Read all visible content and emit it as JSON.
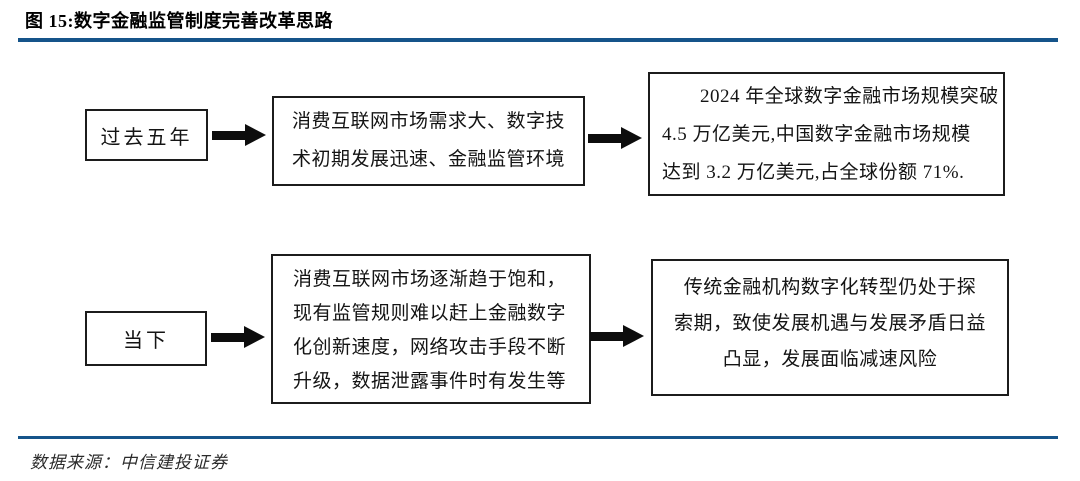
{
  "figure": {
    "title": "图 15:数字金融监管制度完善改革思路",
    "source": "数据来源：中信建投证券",
    "accent_color": "#15548a"
  },
  "rows": [
    {
      "stage": "过去五年",
      "cause_lines": [
        "消费互联网市场需求大、数字技",
        "术初期发展迅速、金融监管环境"
      ],
      "result_lines": [
        "2024 年全球数字金融市场规模突破",
        "4.5 万亿美元,中国数字金融市场规模",
        "达到 3.2 万亿美元,占全球份额 71%."
      ]
    },
    {
      "stage": "当下",
      "cause_lines": [
        "消费互联网市场逐渐趋于饱和，",
        "现有监管规则难以赶上金融数字",
        "化创新速度，网络攻击手段不断",
        "升级，数据泄露事件时有发生等"
      ],
      "result_lines": [
        "传统金融机构数字化转型仍处于探",
        "索期，致使发展机遇与发展矛盾日益",
        "凸显，发展面临减速风险"
      ]
    }
  ]
}
